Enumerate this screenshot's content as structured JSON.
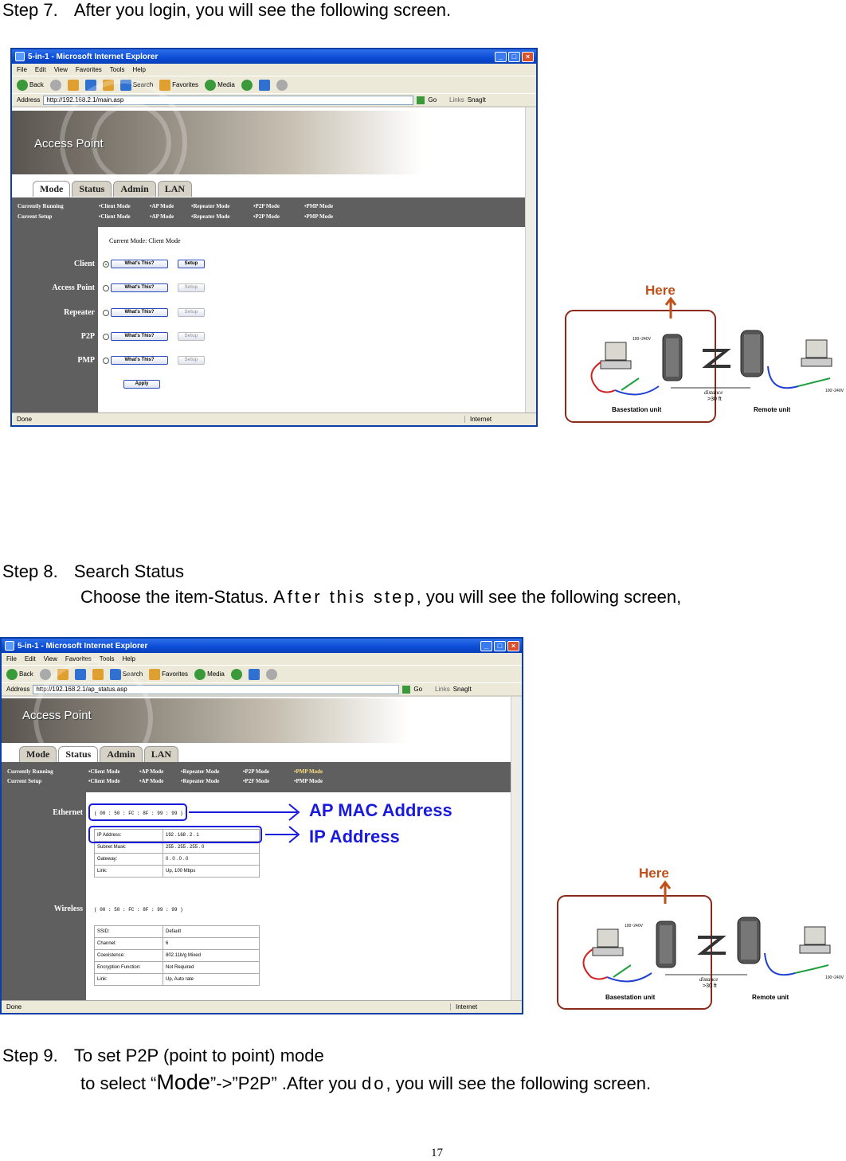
{
  "steps": [
    {
      "num": "Step 7.",
      "title": "After you login, you will see the following screen."
    },
    {
      "num": "Step 8.",
      "title": "Search Status",
      "line2_a": "Choose the item-Status. ",
      "line2_b": "After this step",
      "line2_c": ", you will see the following screen,"
    },
    {
      "num": "Step 9.",
      "title": "To set P2P (point to point) mode",
      "line2_a": "to select “",
      "line2_mode": "Mode",
      "line2_b": "”->”P2P” .After you ",
      "line2_do": "do",
      "line2_c": ", you will see the following screen."
    }
  ],
  "browser1": {
    "title": "5-in-1 - Microsoft Internet Explorer",
    "menu": [
      "File",
      "Edit",
      "View",
      "Favorites",
      "Tools",
      "Help"
    ],
    "toolbar": {
      "back": "Back",
      "search": "Search",
      "favorites": "Favorites",
      "media": "Media"
    },
    "address_label": "Address",
    "url": "http://192.168.2.1/main.asp",
    "go": "Go",
    "links": "Links",
    "snagit": "SnagIt",
    "status": "Done",
    "zone": "Internet",
    "banner": "Access Point",
    "tabs": [
      "Mode",
      "Status",
      "Admin",
      "LAN"
    ],
    "run_labels": [
      "Currently Running",
      "Current Setup"
    ],
    "run_modes_1": [
      "•Client Mode",
      "•AP Mode",
      "•Repeater Mode",
      "•P2P Mode",
      "•PMP Mode"
    ],
    "run_modes_2": [
      "•Client Mode",
      "•AP Mode",
      "•Repeater Mode",
      "•P2P Mode",
      "•PMP Mode"
    ],
    "current_mode": "Current Mode: Client Mode",
    "modes": [
      "Client",
      "Access Point",
      "Repeater",
      "P2P",
      "PMP"
    ],
    "whats_this": "What's This?",
    "setup": "Setup",
    "apply": "Apply"
  },
  "browser2": {
    "title": "5-in-1 - Microsoft Internet Explorer",
    "menu": [
      "File",
      "Edit",
      "View",
      "Favorites",
      "Tools",
      "Help"
    ],
    "toolbar": {
      "back": "Back",
      "search": "Search",
      "favorites": "Favorites",
      "media": "Media"
    },
    "address_label": "Address",
    "url": "http://192.168.2.1/ap_status.asp",
    "go": "Go",
    "links": "Links",
    "snagit": "SnagIt",
    "status": "Done",
    "zone": "Internet",
    "banner": "Access Point",
    "tabs": [
      "Mode",
      "Status",
      "Admin",
      "LAN"
    ],
    "run_labels": [
      "Currently Running",
      "Current Setup"
    ],
    "run_modes_1": [
      "•Client Mode",
      "•AP Mode",
      "•Repeater Mode",
      "•P2P Mode",
      "•PMP Mode"
    ],
    "run_modes_2": [
      "•Client Mode",
      "•AP Mode",
      "•Repeater Mode",
      "•P2F Mode",
      "•PMP Mode"
    ],
    "ethernet": {
      "label": "Ethernet",
      "mac": "( 00 : 50 : FC : 8F : 99 : 99 )",
      "rows": [
        {
          "k": "IP Address:",
          "v": "192 . 168 . 2 . 1"
        },
        {
          "k": "Subnet Mask:",
          "v": "255 . 255 . 255 . 0"
        },
        {
          "k": "Gateway:",
          "v": "0 . 0 . 0 . 0"
        },
        {
          "k": "Link:",
          "v": "Up, 100 Mbps"
        }
      ]
    },
    "wireless": {
      "label": "Wireless",
      "mac": "( 00 : 50 : FC : 8F : 99 : 99 )",
      "rows": [
        {
          "k": "SSID:",
          "v": "Default"
        },
        {
          "k": "Channel:",
          "v": "6"
        },
        {
          "k": "Coexistence:",
          "v": "802.11b/g Mixed"
        },
        {
          "k": "Encryption Function:",
          "v": "Not Required"
        },
        {
          "k": "Link:",
          "v": "Up,  Auto rate"
        }
      ]
    },
    "callouts": [
      "AP MAC Address",
      "IP Address"
    ]
  },
  "diagram": {
    "here": "Here",
    "voltage": "100~240V",
    "distance": "distance",
    "distance_val": ">30 ft",
    "basestation": "Basestation unit",
    "remote": "Remote unit"
  },
  "colors": {
    "callout_blue": "#1a1adc",
    "diagram_red": "#8a2a1a",
    "here_orange": "#c05018"
  },
  "page_number": "17"
}
